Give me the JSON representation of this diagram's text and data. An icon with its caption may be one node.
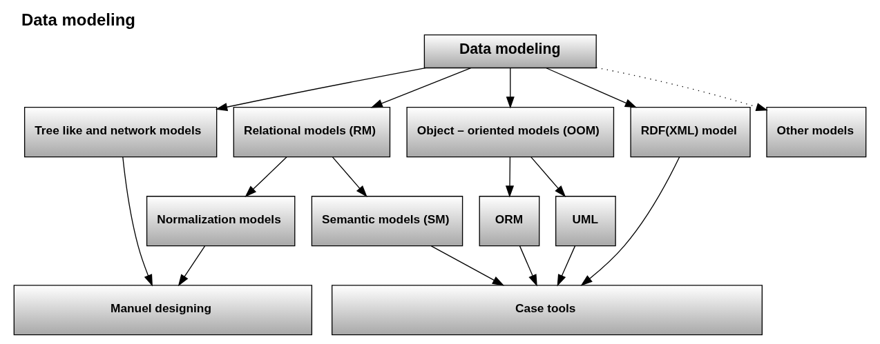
{
  "diagram": {
    "title": "Data modeling",
    "nodes": [
      {
        "text": [
          "Data modeling"
        ]
      },
      {
        "text": [
          "Tree like and network models"
        ]
      },
      {
        "text": [
          "Relational models (RM)"
        ]
      },
      {
        "text": [
          "Object – oriented models (OOM)"
        ]
      },
      {
        "text": [
          "RDF(XML) model"
        ]
      },
      {
        "text": [
          "Other models"
        ]
      },
      {
        "text": [
          "Normalization models"
        ]
      },
      {
        "text": [
          "Semantic models (SM)"
        ]
      },
      {
        "text": [
          "ORM"
        ]
      },
      {
        "text": [
          "UML"
        ]
      },
      {
        "text": [
          "Manuel designing"
        ]
      },
      {
        "text": [
          "Case tools"
        ]
      }
    ],
    "edges": [
      {
        "from": 0,
        "to": 1,
        "arrow": "to"
      },
      {
        "from": 0,
        "to": 2,
        "arrow": "to"
      },
      {
        "from": 0,
        "to": 3,
        "arrow": "to"
      },
      {
        "from": 0,
        "to": 4,
        "arrow": "to"
      },
      {
        "from": 0,
        "to": 5,
        "arrow": "to",
        "style": "dashed"
      },
      {
        "from": 1,
        "to": 10,
        "arrow": "to"
      },
      {
        "from": 2,
        "to": 6,
        "arrow": "to"
      },
      {
        "from": 2,
        "to": 7,
        "arrow": "to"
      },
      {
        "from": 3,
        "to": 8,
        "arrow": "to"
      },
      {
        "from": 3,
        "to": 9,
        "arrow": "to"
      },
      {
        "from": 4,
        "to": 11,
        "arrow": "to"
      },
      {
        "from": 6,
        "to": 10,
        "arrow": "to"
      },
      {
        "from": 7,
        "to": 11,
        "arrow": "to"
      },
      {
        "from": 8,
        "to": 11,
        "arrow": "to"
      },
      {
        "from": 9,
        "to": 11,
        "arrow": "to"
      }
    ]
  }
}
